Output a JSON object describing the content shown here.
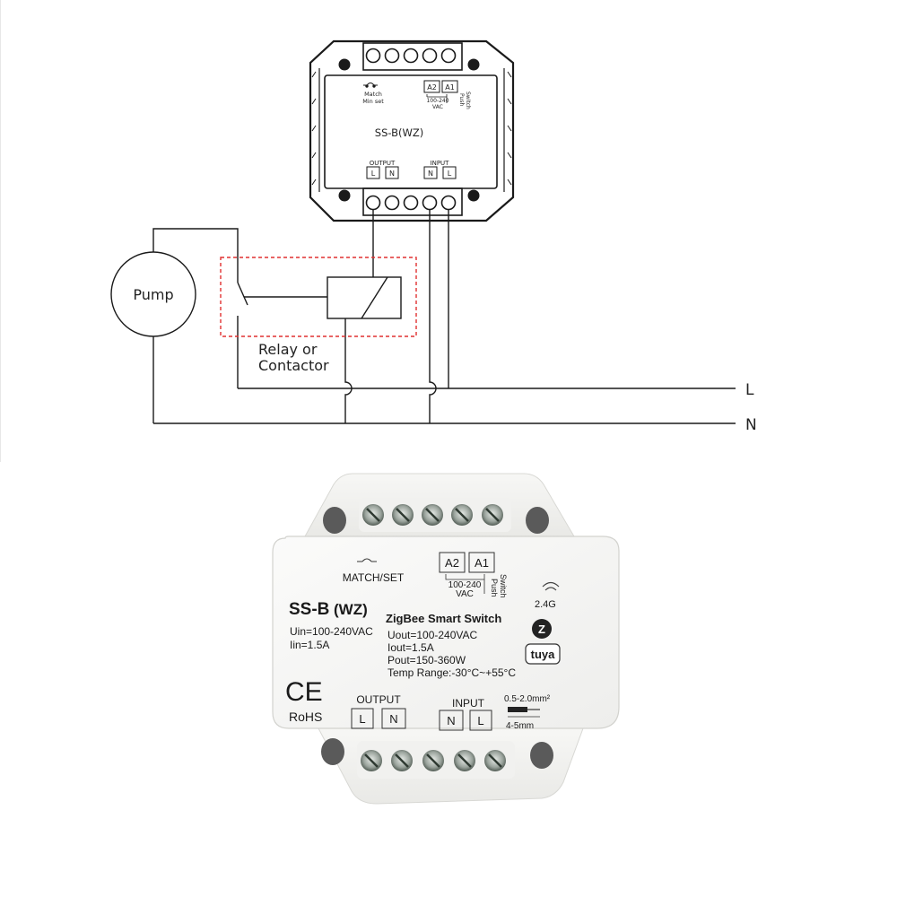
{
  "diagram": {
    "module_model": "SS-B(WZ)",
    "match_label_1": "Match",
    "match_label_2": "Min set",
    "a2": "A2",
    "a1": "A1",
    "vac_range": "100-240",
    "vac_unit": "VAC",
    "push": "Push",
    "switch": "Switch",
    "output_title": "OUTPUT",
    "input_title": "INPUT",
    "out_l": "L",
    "out_n": "N",
    "in_n": "N",
    "in_l": "L",
    "pump": "Pump",
    "relay_line1": "Relay or",
    "relay_line2": "Contactor",
    "line_l": "L",
    "line_n": "N"
  },
  "product": {
    "match_set": "MATCH/SET",
    "a2": "A2",
    "a1": "A1",
    "vac_range": "100-240",
    "vac_unit": "VAC",
    "push": "Push",
    "switch": "Switch",
    "band": "2.4G",
    "model_prefix": "SS-B",
    "model_suffix": "(WZ)",
    "title": "ZigBee Smart Switch",
    "uin": "Uin=100-240VAC",
    "iin": "Iin=1.5A",
    "uout": "Uout=100-240VAC",
    "iout": "Iout=1.5A",
    "pout": "Pout=150-360W",
    "temp": "Temp Range:-30°C~+55°C",
    "ce": "CE",
    "rohs": "RoHS",
    "output_title": "OUTPUT",
    "input_title": "INPUT",
    "out_l": "L",
    "out_n": "N",
    "in_n": "N",
    "in_l": "L",
    "wire_cross": "0.5-2.0mm²",
    "strip": "4-5mm",
    "zigbee_logo": "Z",
    "tuya_logo": "tuya"
  }
}
